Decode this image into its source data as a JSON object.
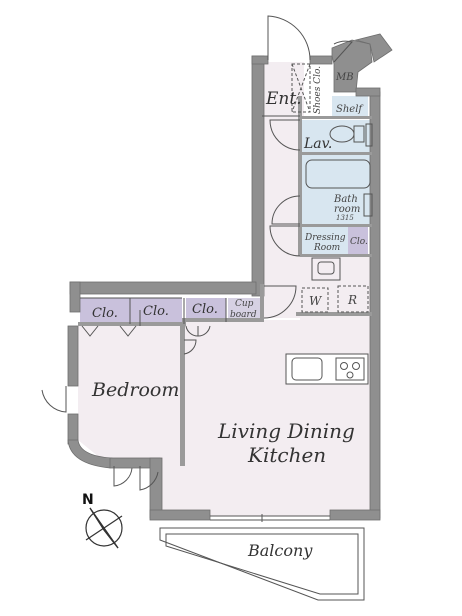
{
  "rooms": {
    "entrance": "Ent.",
    "shoes_closet": "Shoes Clo.",
    "meter_box": "MB",
    "shelf": "Shelf",
    "lavatory": "Lav.",
    "bathroom_line1": "Bath",
    "bathroom_line2": "room",
    "bathroom_size": "1315",
    "dressing_line1": "Dressing",
    "dressing_line2": "Room",
    "dressing_closet": "Clo.",
    "washer": "W",
    "refrigerator": "R",
    "cupboard_line1": "Cup",
    "cupboard_line2": "board",
    "closet_1": "Clo.",
    "closet_2": "Clo.",
    "closet_3": "Clo.",
    "bedroom": "Bedroom",
    "ldk_line1": "Living Dining",
    "ldk_line2": "Kitchen",
    "balcony": "Balcony"
  },
  "compass": {
    "north": "N"
  },
  "colors": {
    "wall": "#8f8f8f",
    "wall_edge": "#6e6e6e",
    "room_fill": "#f3edf1",
    "closet_fill": "#c9c1dc",
    "wet_fill": "#d8e6f0",
    "line": "#555555"
  }
}
